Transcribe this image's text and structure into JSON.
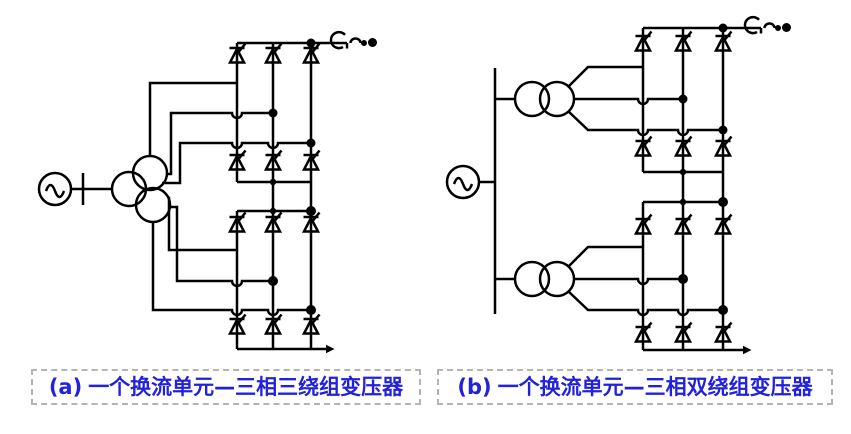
{
  "figure": {
    "type": "hvdc-converter-unit-wiring-diagram",
    "background": "#ffffff",
    "panels": [
      {
        "id": "a",
        "caption_label": "(a)",
        "caption_text": "一个换流单元—三相三绕组变压器",
        "components": [
          "ac-source",
          "busbar",
          "three-phase-three-winding-transformer",
          "six-pulse-valve-bridge-upper",
          "six-pulse-valve-bridge-lower",
          "smoothing-reactor",
          "dc-line-dots",
          "dc-output-arrow"
        ],
        "valves_per_bridge": 6,
        "bridge_count": 2
      },
      {
        "id": "b",
        "caption_label": "(b)",
        "caption_text": "一个换流单元—三相双绕组变压器",
        "components": [
          "ac-source",
          "busbar",
          "two-winding-transformer-upper",
          "two-winding-transformer-lower",
          "six-pulse-valve-bridge-upper",
          "six-pulse-valve-bridge-lower",
          "smoothing-reactor",
          "dc-line-dots",
          "dc-output-arrow"
        ],
        "valves_per_bridge": 6,
        "bridge_count": 2
      }
    ]
  },
  "colors": {
    "line": "#000000",
    "caption_text": "#2222dd",
    "caption_border": "#b4b4b4",
    "background": "#ffffff"
  }
}
